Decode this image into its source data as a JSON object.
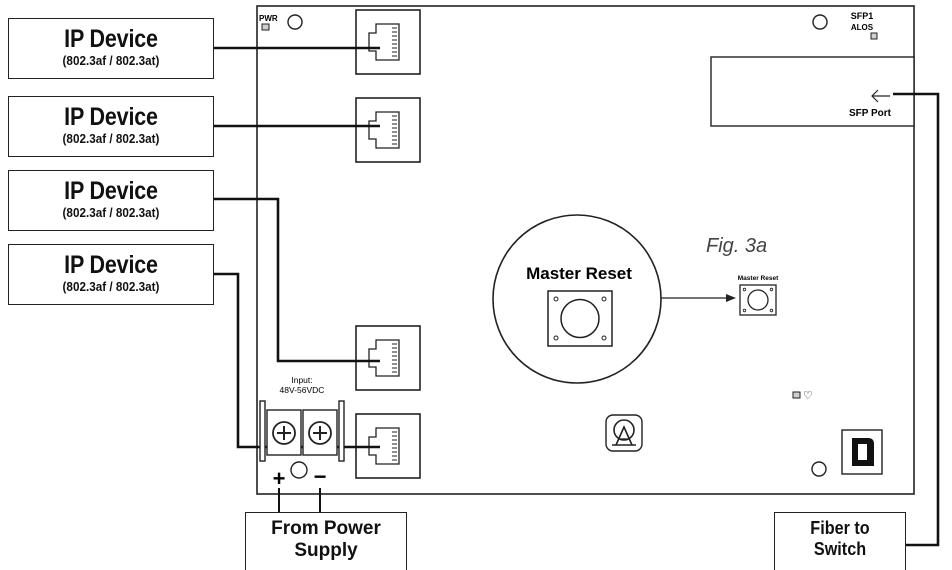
{
  "devices": [
    {
      "title": "IP Device",
      "standard": "(802.3af / 802.3at)"
    },
    {
      "title": "IP Device",
      "standard": "(802.3af / 802.3at)"
    },
    {
      "title": "IP Device",
      "standard": "(802.3af / 802.3at)"
    },
    {
      "title": "IP Device",
      "standard": "(802.3af / 802.3at)"
    }
  ],
  "board": {
    "pwr_label": "PWR",
    "sfp_led_label_1": "SFP1",
    "sfp_led_label_2": "ALOS",
    "sfp_port_label": "SFP Port",
    "input_label_1": "Input:",
    "input_label_2": "48V-56VDC",
    "plus": "+",
    "minus": "−",
    "master_reset_large": "Master Reset",
    "master_reset_small": "Master Reset",
    "figure_label": "Fig. 3a",
    "heart_glyph": "♡"
  },
  "power_supply": {
    "line1": "From Power",
    "line2": "Supply"
  },
  "fiber": {
    "line1": "Fiber to",
    "line2": "Switch"
  },
  "colors": {
    "line": "#111111",
    "board_border": "#222222",
    "led_fill": "#cfcfcf"
  },
  "icons": [
    "rj45-port-icon",
    "push-button-icon",
    "logo-icon",
    "terminal-screw-icon",
    "heart-icon"
  ]
}
